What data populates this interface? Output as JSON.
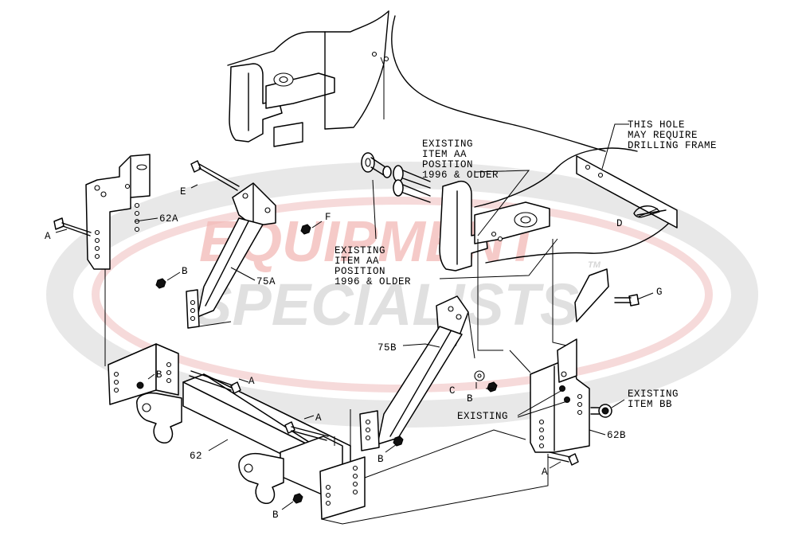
{
  "watermark": {
    "line1": "EQUIPMENT",
    "line2": "SPECIALISTS",
    "tm": "TM",
    "colors": {
      "red": "#d9302b",
      "grey": "#8a8a8a",
      "ring": "#e5e5e5"
    }
  },
  "callouts": {
    "item_aa_top": [
      "EXISTING",
      "ITEM AA",
      "POSITION",
      "1996 & OLDER"
    ],
    "item_aa_mid": [
      "EXISTING",
      "ITEM AA",
      "POSITION",
      "1996 & OLDER"
    ],
    "hole_note": [
      "THIS HOLE",
      "MAY REQUIRE",
      "DRILLING FRAME"
    ],
    "item_bb": [
      "EXISTING",
      "ITEM BB"
    ],
    "existing": "EXISTING"
  },
  "part_labels": {
    "p62a": "62A",
    "p75a": "75A",
    "p75b": "75B",
    "p62": "62",
    "p62b": "62B"
  },
  "letter_labels": {
    "a1": "A",
    "a2": "A",
    "a3": "A",
    "a4": "A",
    "b1": "B",
    "b2": "B",
    "b3": "B",
    "b4": "B",
    "b5": "B",
    "c": "C",
    "d": "D",
    "e": "E",
    "f": "F",
    "g": "G"
  }
}
